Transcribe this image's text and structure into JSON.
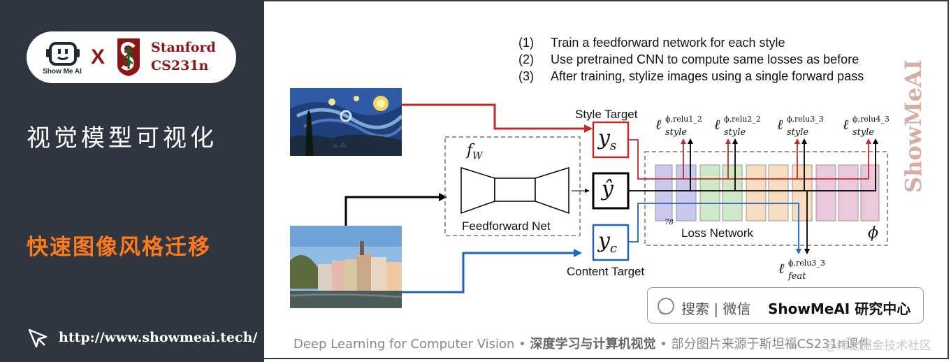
{
  "brand": {
    "showmeai_label": "Show Me AI",
    "x_mark": "X",
    "stanford_name": "Stanford",
    "stanford_course": "CS231n"
  },
  "sidebar": {
    "section_title": "视觉模型可视化",
    "topic_title": "快速图像风格迁移",
    "site_url": "http://www.showmeai.tech/"
  },
  "steps": [
    {
      "num": "(1)",
      "text": "Train a feedforward network for each style"
    },
    {
      "num": "(2)",
      "text": "Use pretrained CNN to compute same losses as before"
    },
    {
      "num": "(3)",
      "text": "After training, stylize images using a single forward pass"
    }
  ],
  "diagram": {
    "fw_label": "f",
    "fw_sub": "W",
    "feedforward_label": "Feedforward Net",
    "style_target_label": "Style Target",
    "content_target_label": "Content Target",
    "loss_network_label": "Loss Network",
    "phi_label": "ϕ",
    "layer_number": "78",
    "ys_main": "y",
    "ys_sub": "s",
    "yhat_main": "ŷ",
    "yc_main": "y",
    "yc_sub": "c",
    "loss_style_terms": [
      {
        "ell": "ℓ",
        "sup": "ϕ,relu1_2",
        "sub": "style"
      },
      {
        "ell": "ℓ",
        "sup": "ϕ,relu2_2",
        "sub": "style"
      },
      {
        "ell": "ℓ",
        "sup": "ϕ,relu3_3",
        "sub": "style"
      },
      {
        "ell": "ℓ",
        "sup": "ϕ,relu4_3",
        "sub": "style"
      }
    ],
    "loss_feat_term": {
      "ell": "ℓ",
      "sup": "ϕ,relu3_3",
      "sub": "feat"
    },
    "colors": {
      "style": "#c62828",
      "content": "#1e63c0",
      "input": "#000000",
      "layer_blue": "#c9c9ee",
      "layer_green": "#cfe8c8",
      "layer_orange": "#f8dcc0",
      "layer_pink": "#ecc8dc"
    }
  },
  "watermark": {
    "vertical_text": "ShowMeAI"
  },
  "search": {
    "placeholder_text": "搜索 | 微信",
    "brand_text": "ShowMeAI 研究中心"
  },
  "footer": {
    "course_en": "Deep Learning for Computer Vision",
    "sep1": "•",
    "course_cn": "深度学习与计算机视觉",
    "sep2": "•",
    "source_note": "部分图片来源于斯坦福CS231n课件",
    "platform_watermark": "@稀土掘金技术社区"
  }
}
